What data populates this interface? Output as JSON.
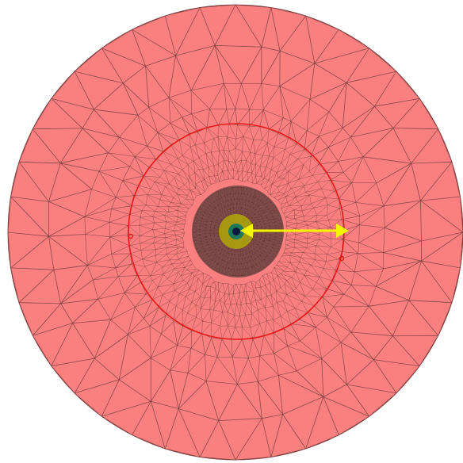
{
  "diagram": {
    "title": "",
    "kind": "triangulated-circular-mesh",
    "colors": {
      "background": "#ffffff",
      "outer_fill": "#fa8080",
      "mesh_edge": "#7a3d3d",
      "inner_disk_fill": "#7a4a48",
      "core_glow": "#b8b400",
      "core_ring": "#1a7a5a",
      "center_hole": "#0a1a3a",
      "boundary_circle": "#e8181a",
      "arrow": "#f5f500"
    },
    "mesh": {
      "refinement": "graded-fine-toward-center"
    },
    "boundary": {
      "label": "red-circular-boundary"
    },
    "arrow": {
      "direction": "double-headed",
      "meaning": "radius-indicator"
    }
  }
}
